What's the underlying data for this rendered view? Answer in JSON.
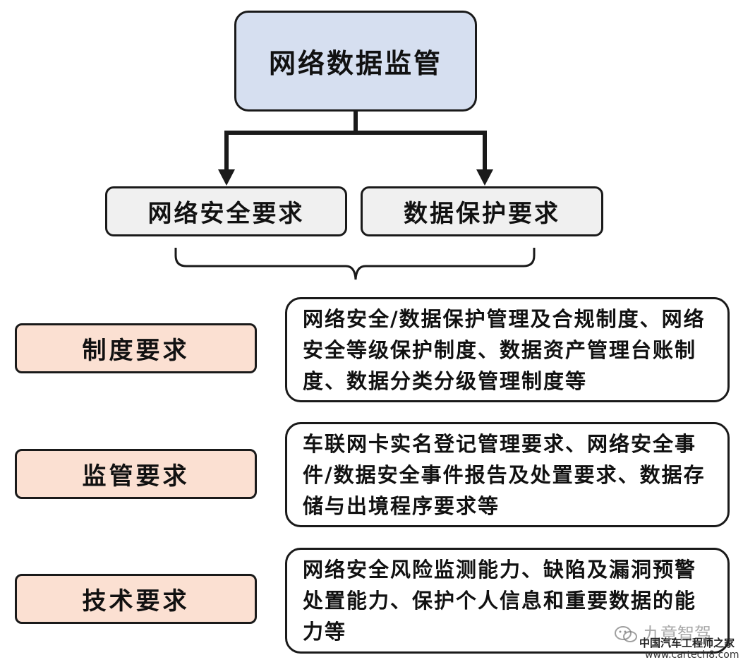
{
  "root": {
    "label": "网络数据监管"
  },
  "requirements": [
    {
      "label": "网络安全要求"
    },
    {
      "label": "数据保护要求"
    }
  ],
  "categories": [
    {
      "label": "制度要求",
      "detail": "网络安全/数据保护管理及合规制度、网络安全等级保护制度、数据资产管理台账制度、数据分类分级管理制度等"
    },
    {
      "label": "监管要求",
      "detail": "车联网卡实名登记管理要求、网络安全事件/数据安全事件报告及处置要求、数据存储与出境程序要求等"
    },
    {
      "label": "技术要求",
      "detail": "网络安全风险监测能力、缺陷及漏洞预警处置能力、保护个人信息和重要数据的能力等"
    }
  ],
  "watermark": {
    "brand": "九章智驾",
    "site_name": "中国汽车工程师之家",
    "url": "www.cartech8.com",
    "icon": "wechat-icon"
  },
  "colors": {
    "root_fill": "#d6dff0",
    "requirement_fill": "#f0f0f0",
    "category_fill": "#fbe0d2",
    "line": "#1a1a1a"
  }
}
